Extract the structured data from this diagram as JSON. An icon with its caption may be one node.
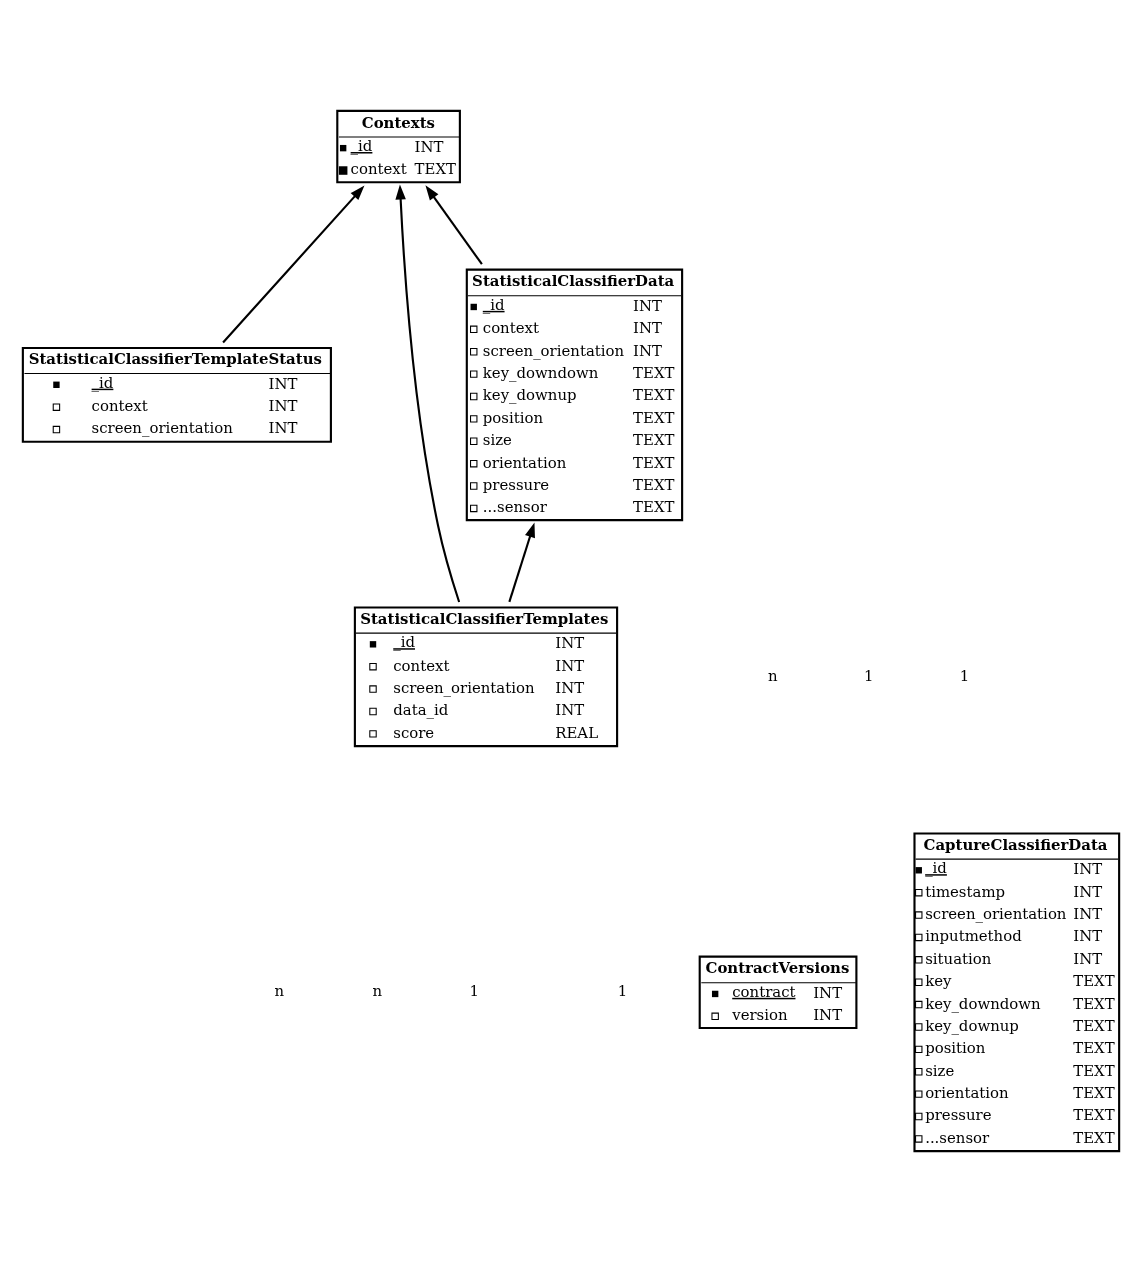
{
  "diagram": {
    "nodes": [
      {
        "text": [
          "Contexts",
          "_id",
          "INT",
          "context",
          "TEXT"
        ]
      },
      {
        "text": [
          "StatisticalClassifierTemplateStatus",
          "_id",
          "INT",
          "context",
          "INT",
          "screen_orientation",
          "INT"
        ]
      },
      {
        "text": [
          "StatisticalClassifierData",
          "_id",
          "INT",
          "context",
          "INT",
          "screen_orientation",
          "INT",
          "key_downdown",
          "TEXT",
          "key_downup",
          "TEXT",
          "position",
          "TEXT",
          "size",
          "TEXT",
          "orientation",
          "TEXT",
          "pressure",
          "TEXT",
          "...sensor",
          "TEXT"
        ]
      },
      {
        "text": [
          "StatisticalClassifierTemplates",
          "_id",
          "INT",
          "context",
          "INT",
          "screen_orientation",
          "INT",
          "data_id",
          "INT",
          "score",
          "REAL"
        ]
      },
      {
        "text": [
          "ContractVersions",
          "contract",
          "INT",
          "version",
          "INT"
        ]
      },
      {
        "text": [
          "CaptureClassifierData",
          "_id",
          "INT",
          "timestamp",
          "INT",
          "screen_orientation",
          "INT",
          "inputmethod",
          "INT",
          "situation",
          "INT",
          "key",
          "TEXT",
          "key_downdown",
          "TEXT",
          "key_downup",
          "TEXT",
          "position",
          "TEXT",
          "size",
          "TEXT",
          "orientation",
          "TEXT",
          "pressure",
          "TEXT",
          "...sensor",
          "TEXT"
        ]
      }
    ],
    "edges": [
      {
        "from": 2,
        "to": 0,
        "arrow": "to"
      },
      {
        "from": 1,
        "to": 0,
        "arrow": "to"
      },
      {
        "from": 3,
        "to": 0,
        "arrow": "to"
      },
      {
        "from": 3,
        "to": 2,
        "arrow": "to"
      }
    ],
    "labels": [
      "1",
      "1",
      "n",
      "1",
      "n",
      "n",
      "1"
    ]
  }
}
